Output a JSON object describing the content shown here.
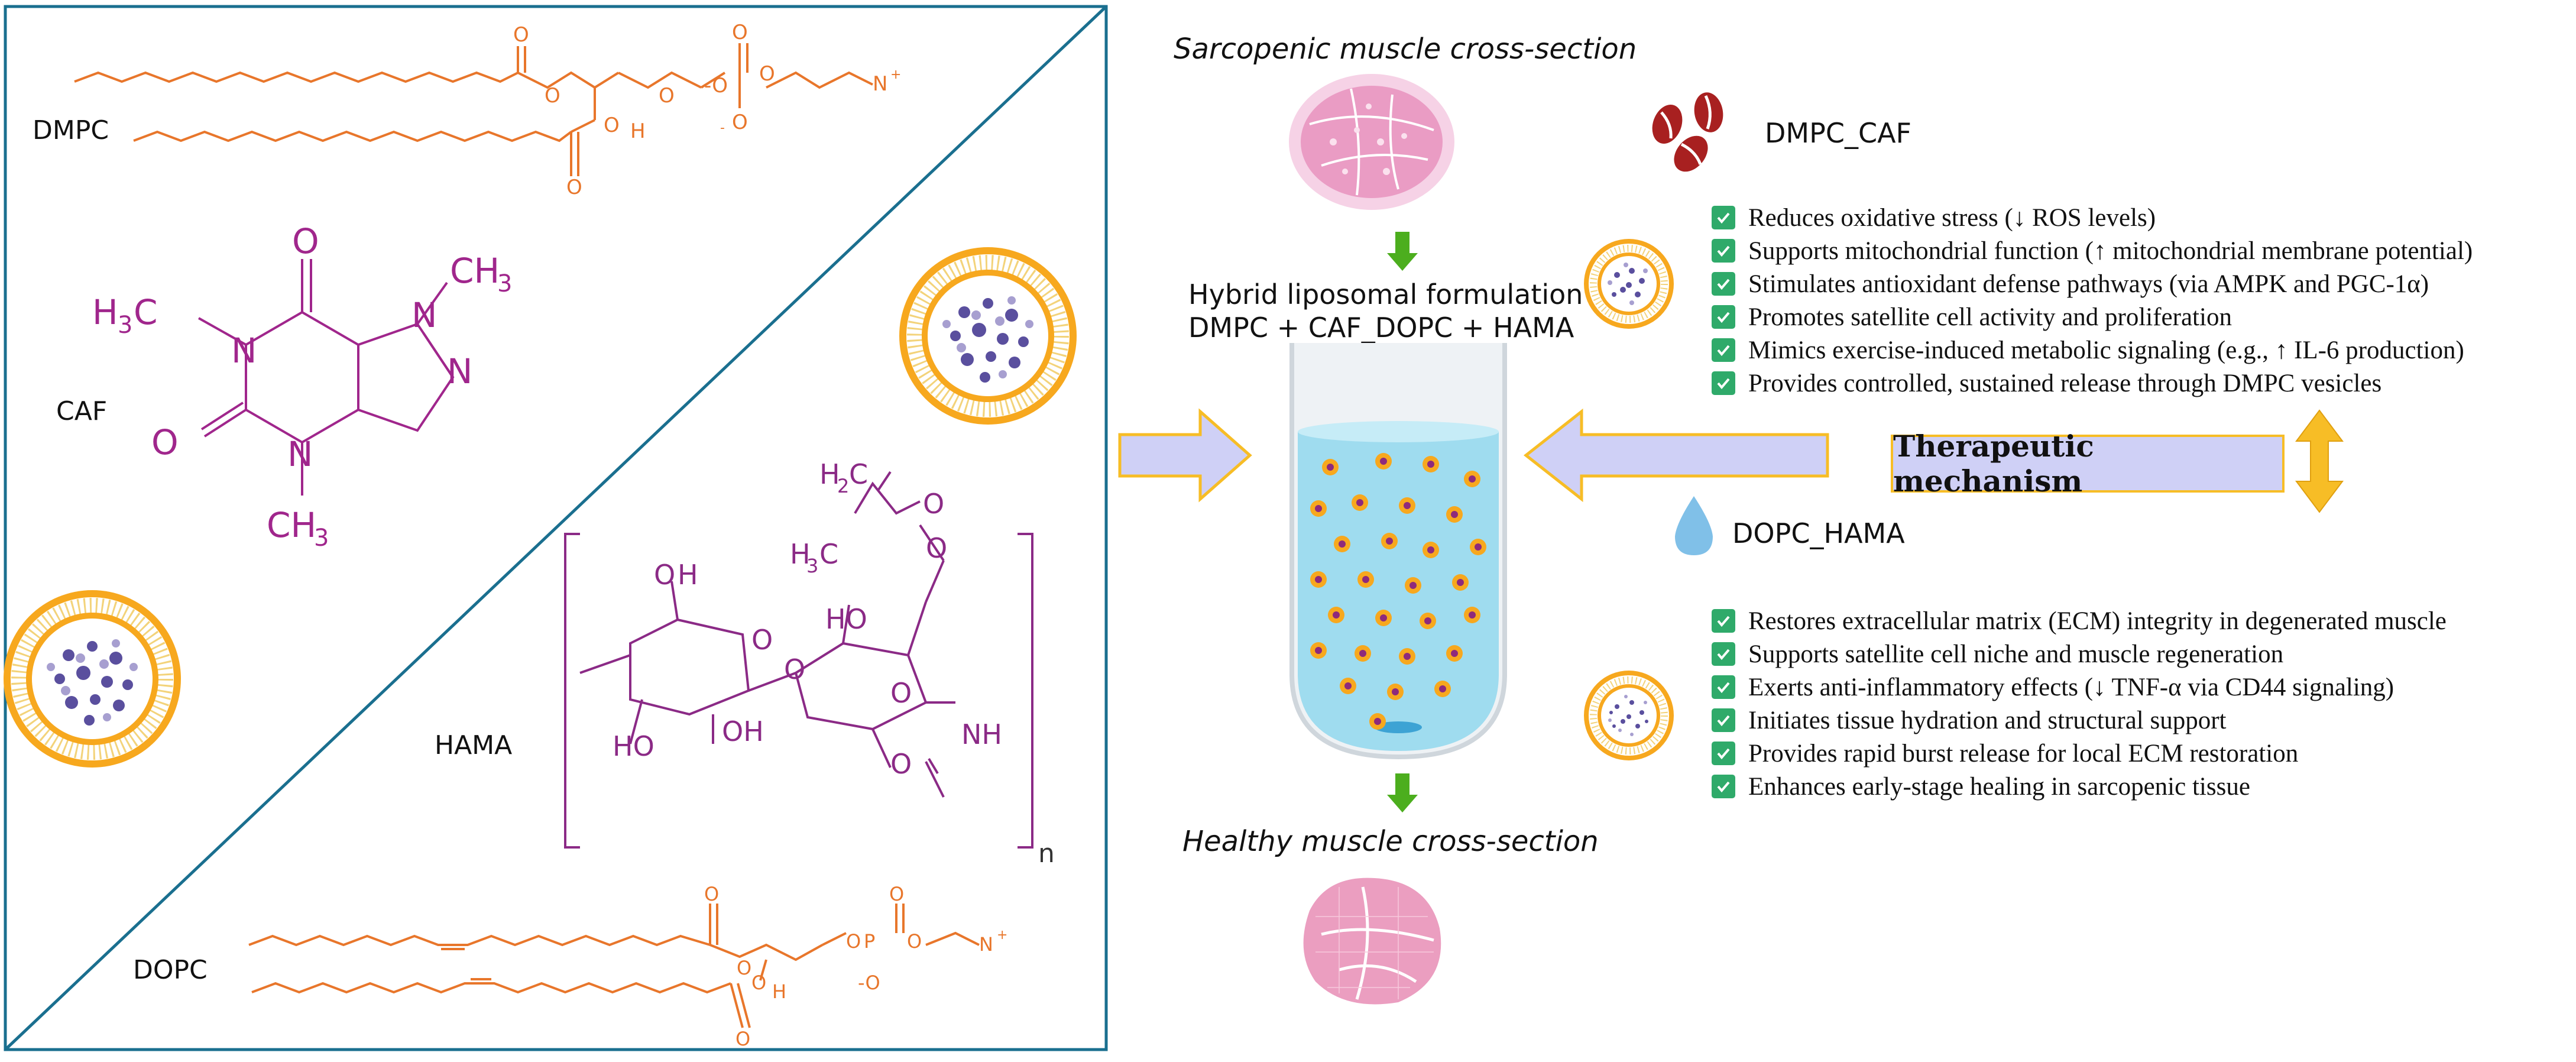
{
  "left_panel": {
    "dmpc_label": "DMPC",
    "caf_label": "CAF",
    "hama_label": "HAMA",
    "dopc_label": "DOPC",
    "hama_repeat_subscript": "n"
  },
  "center": {
    "top_caption": "Sarcopenic muscle cross-section",
    "formulation_line1": "Hybrid liposomal formulation",
    "formulation_line2": "DMPC + CAF_DOPC + HAMA",
    "bottom_caption": "Healthy muscle cross-section"
  },
  "right": {
    "caf_agent_label": "DMPC_CAF",
    "hama_agent_label": "DOPC_HAMA",
    "mechanism_label": "Therapeutic mechanism",
    "caf_benefits": [
      "Reduces oxidative stress (↓ ROS levels)",
      "Supports mitochondrial function (↑ mitochondrial membrane potential)",
      "Stimulates antioxidant defense pathways (via AMPK and PGC-1α)",
      "Promotes satellite cell activity and proliferation",
      "Mimics exercise-induced metabolic signaling (e.g., ↑ IL-6 production)",
      "Provides controlled, sustained release through DMPC vesicles"
    ],
    "hama_benefits": [
      "Restores extracellular matrix (ECM) integrity in degenerated muscle",
      "Supports satellite cell niche and muscle regeneration",
      "Exerts anti-inflammatory effects (↓ TNF-α via CD44 signaling)",
      "Initiates tissue hydration and structural support",
      "Provides rapid burst release for local ECM restoration",
      "Enhances early-stage healing in sarcopenic tissue"
    ]
  },
  "colors": {
    "panel_border": "#1a6f8f",
    "lipid_orange": "#e8762b",
    "caf_purple": "#a0268c",
    "hama_purple": "#8b2a86",
    "check_green": "#2faa6a",
    "arrow_fill": "#cfd0f6",
    "arrow_border": "#f7bd26",
    "liposome_shell": "#f7a81e",
    "tube_liquid": "#9fdcef",
    "muscle_pink": "#ee9dc4",
    "down_arrow_green": "#4cae1e"
  },
  "icons": {
    "coffee_beans": "coffee-beans-icon",
    "water_drop": "water-drop-icon",
    "check": "check-icon"
  }
}
